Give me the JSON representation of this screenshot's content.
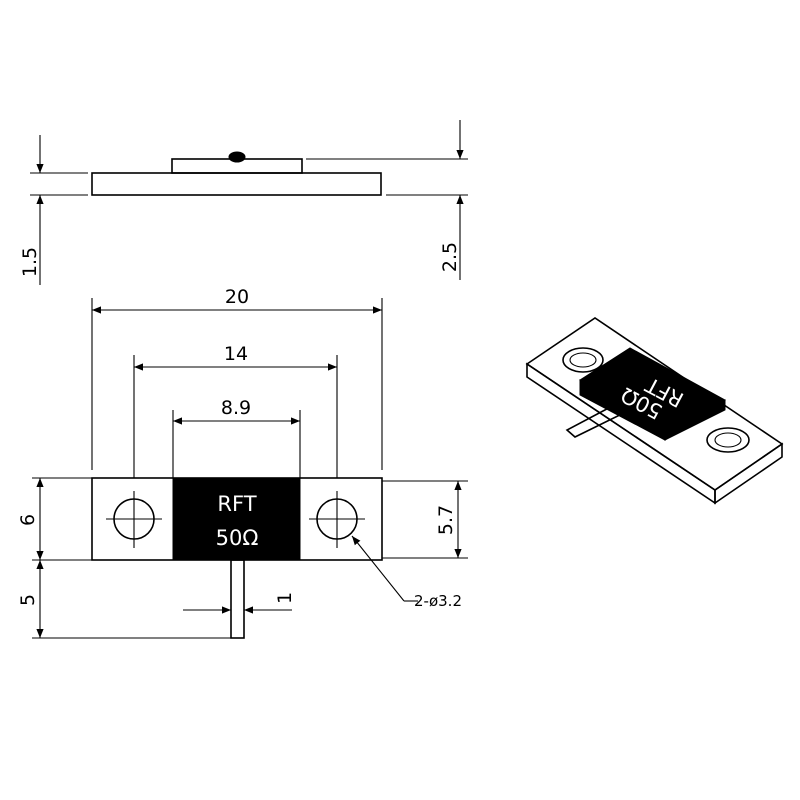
{
  "component": {
    "label_line1": "RFT",
    "label_line2": "50Ω"
  },
  "dimensions": {
    "side_thickness": "1.5",
    "side_total_height": "2.5",
    "overall_length": "20",
    "hole_spacing": "14",
    "body_width": "8.9",
    "flange_height": "6",
    "body_height": "5.7",
    "lead_length": "5",
    "lead_width": "1",
    "hole_callout": "2-ø3.2"
  },
  "colors": {
    "line": "#000000",
    "body": "#000000",
    "background": "#ffffff"
  }
}
